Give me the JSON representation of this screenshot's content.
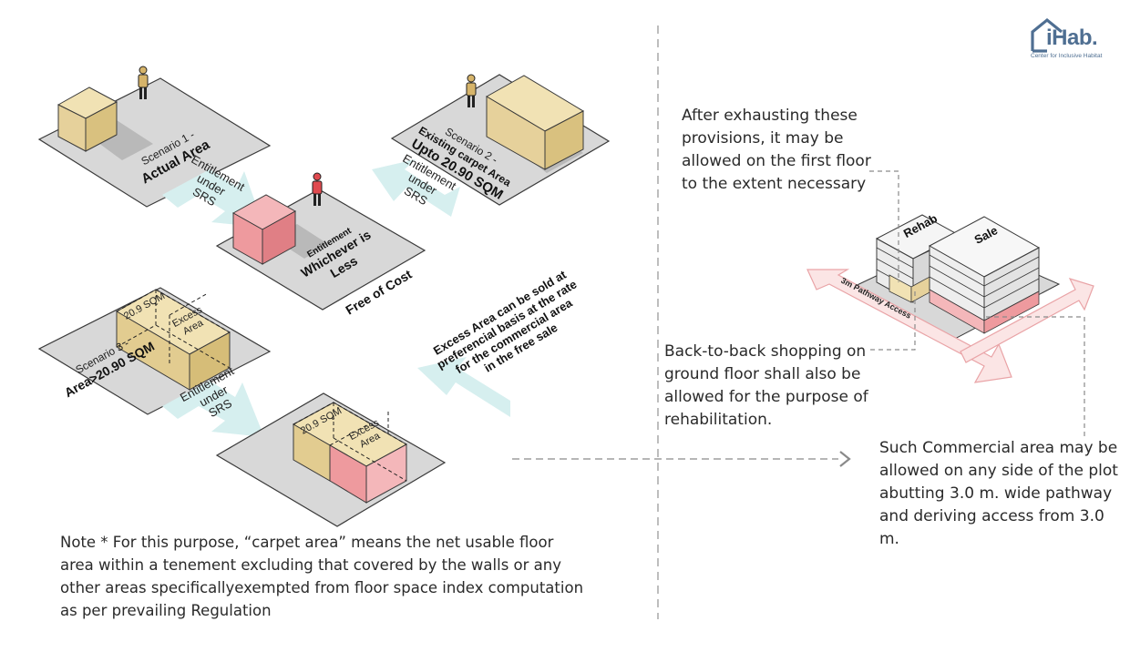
{
  "logo": {
    "name": "iHab.",
    "tagline": "Center for Inclusive Habitat"
  },
  "scenario1": {
    "line1": "Scenario 1 -",
    "line2": "Actual Area"
  },
  "scenario2": {
    "line1": "Scenario 2 -",
    "line2": "Existing carpet Area",
    "line3": "Upto 20.90 SQM"
  },
  "scenario3": {
    "line1": "Scenario 3 -",
    "line2": "Area>20.90 SQM"
  },
  "entitlement_srs": {
    "line1": "Entitlement",
    "line2": "under",
    "line3": "SRS"
  },
  "entitlement_box": {
    "line1": "Entitlement",
    "line2": "Whichever is",
    "line3": "Less"
  },
  "free_of_cost": "Free of Cost",
  "area_label": "20.9 SQM",
  "excess_label": {
    "line1": "Excess",
    "line2": "Area"
  },
  "excess_sale": {
    "line1": "Excess Area can be sold at",
    "line2": "preferencial basis at the rate",
    "line3": "for the commercial area",
    "line4": "in the free sale"
  },
  "building": {
    "rehab": "Rehab",
    "sale": "Sale",
    "pathway": "3m Pathway Access"
  },
  "text_first_floor": "After exhausting these provisions, it may be allowed on the first floor to the extent necessary",
  "text_back_to_back": "Back-to-back shopping on ground floor shall also be allowed for the purpose of rehabilitation.",
  "text_commercial": "Such Commercial area may be allowed on any side of the plot abutting 3.0 m. wide pathway and deriving access from 3.0 m.",
  "note": "Note * For this purpose, “carpet area” means the net usable floor area within a tenement excluding that covered by the walls or any other areas specificallyexempted from floor space index computation as per prevailing Regulation",
  "colors": {
    "tan": "#e8d49e",
    "pink": "#ee9a9e",
    "plate": "#d9d9d9",
    "arrow": "#d6efef",
    "figure_tan": "#d6b46a",
    "figure_red": "#e04a4f",
    "logo": "#4f6f92"
  }
}
